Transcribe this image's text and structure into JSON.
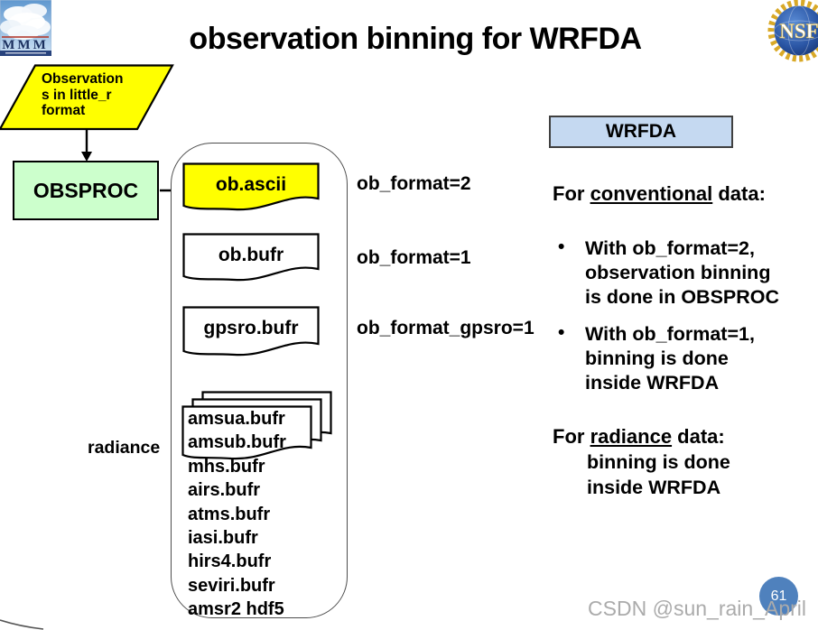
{
  "title": "observation binning for WRFDA",
  "colors": {
    "doc_yellow": "#FFFF00",
    "obsproc_green": "#CCFFCC",
    "wrfda_blue": "#C5D9F1",
    "page_circle_blue": "#4F81BD"
  },
  "logos": {
    "mmm_label": "MMM",
    "nsf_label": "NSF"
  },
  "flowchart": {
    "input_lines": [
      "Observation",
      "s in little_r",
      "format"
    ],
    "obsproc_label": "OBSPROC",
    "docs": [
      {
        "name": "ob.ascii",
        "tag": "ob_format=2",
        "fill": "#FFFF00"
      },
      {
        "name": "ob.bufr",
        "tag": "ob_format=1",
        "fill": "#FFFFFF"
      },
      {
        "name": "gpsro.bufr",
        "tag": "ob_format_gpsro=1",
        "fill": "#FFFFFF"
      }
    ],
    "radiance_label": "radiance",
    "radiance_files": [
      "amsua.bufr",
      "amsub.bufr",
      "mhs.bufr",
      "airs.bufr",
      "atms.bufr",
      "iasi.bufr",
      "hirs4.bufr",
      "seviri.bufr",
      "amsr2 hdf5"
    ]
  },
  "panel": {
    "wrfda_label": "WRFDA",
    "conventional_heading": {
      "pre": "For ",
      "underlined": "conventional",
      "post": " data:"
    },
    "bullet_glyph": "•",
    "bullets": [
      {
        "lines": [
          "With ob_format=2,",
          "observation binning",
          "is done in OBSPROC"
        ]
      },
      {
        "lines": [
          "With ob_format=1,",
          "binning is done",
          "inside WRFDA"
        ]
      }
    ],
    "radiance_heading": {
      "pre": "For ",
      "underlined": "radiance",
      "post": " data:"
    },
    "radiance_lines": [
      "binning is done",
      "inside WRFDA"
    ]
  },
  "footer": {
    "page_number": "61",
    "watermark": "CSDN @sun_rain_April"
  }
}
